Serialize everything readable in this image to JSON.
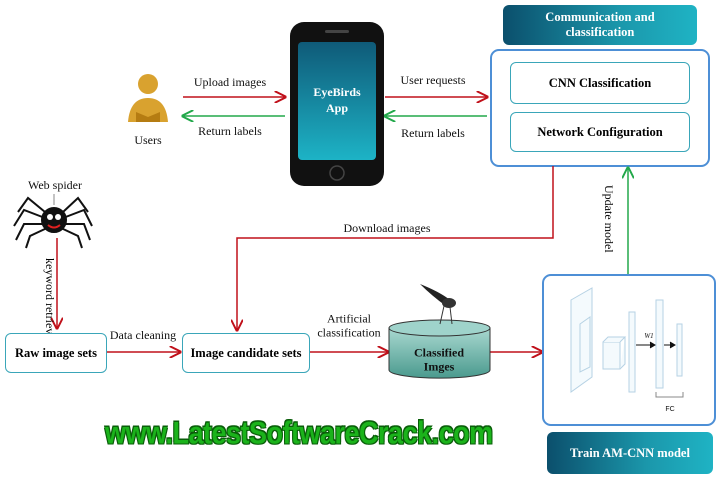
{
  "users": {
    "label": "Users"
  },
  "upload_images": "Upload images",
  "return_labels_left": "Return labels",
  "phone": {
    "title_line1": "EyeBirds",
    "title_line2": "App"
  },
  "user_requests": "User requests",
  "return_labels_right": "Return labels",
  "communication": {
    "header": "Communication and classification",
    "cnn": "CNN Classification",
    "network": "Network Configuration"
  },
  "update_model": "Update model",
  "download_images": "Download images",
  "web_spider": "Web spider",
  "keyword_retrieval": "keyword retrieval",
  "raw_image_sets": "Raw image sets",
  "data_cleaning": "Data cleaning",
  "image_candidate_sets": "Image candidate sets",
  "artificial_classification": "Artificial classification",
  "classified_images": "Classified Imges",
  "model_diagram": {
    "w_label": "W1",
    "fc_label": "FC"
  },
  "train_label": "Train AM-CNN model",
  "watermark": "www.LatestSoftwareCrack.com",
  "colors": {
    "red_arrow": "#c0101a",
    "green_arrow": "#22a84a",
    "teal": "#1b97ab",
    "border": "#3aa6b9"
  }
}
